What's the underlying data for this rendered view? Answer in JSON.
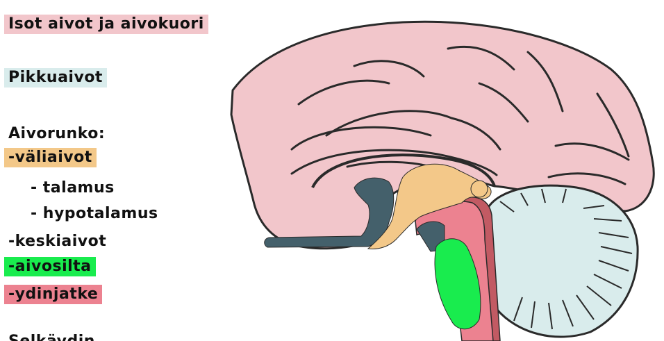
{
  "labels": {
    "cerebrum": "Isot aivot ja aivokuori",
    "cerebellum": "Pikkuaivot",
    "brainstem": "Aivorunko:",
    "diencephalon": "-väliaivot",
    "thalamus": "- talamus",
    "hypothalamus": "- hypotalamus",
    "midbrain": "-keskiaivot",
    "pons": "-aivosilta",
    "medulla": "-ydinjatke",
    "cut_off_label": "Selkäydin"
  },
  "colors": {
    "cerebrum": "#f2c6cb",
    "cerebellum": "#d9ecec",
    "diencephalon": "#f3c889",
    "midbrain": "#44606b",
    "pons": "#19ec4e",
    "medulla": "#ec8290",
    "spinal_column": "#c25a63",
    "outline": "#2a2a2a"
  }
}
